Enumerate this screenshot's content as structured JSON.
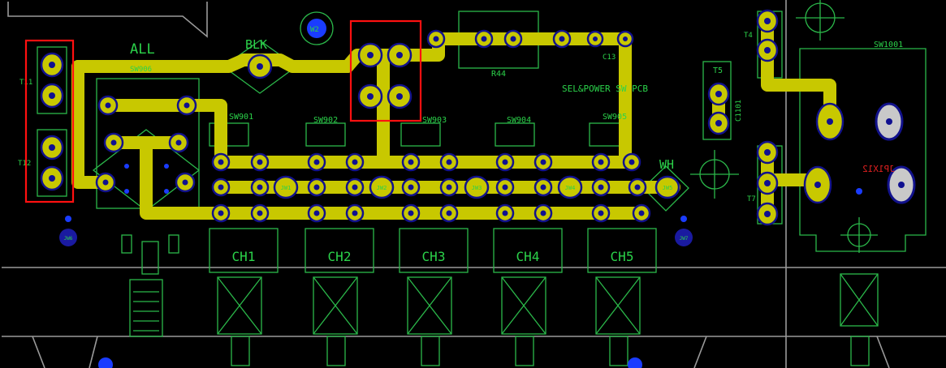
{
  "labels": {
    "all": "ALL",
    "blk": "BLK",
    "w2": "W2",
    "wh": "WH",
    "t11": "T11",
    "t12": "T12",
    "t4": "T4",
    "t5": "T5",
    "t7": "T7",
    "sw906": "SW906",
    "sw901": "SW901",
    "sw902": "SW902",
    "sw903": "SW903",
    "sw904": "SW904",
    "sw905": "SW905",
    "sw1001": "SW1001",
    "r44": "R44",
    "c13": "C13",
    "c1101": "C1101",
    "pcb_title": "SEL&POWER SW PCB",
    "mirrored_text": "JP1X12"
  },
  "channels": [
    "CH1",
    "CH2",
    "CH3",
    "CH4",
    "CH5"
  ],
  "jumpers": [
    "JW1",
    "JW2",
    "JW3",
    "JW4",
    "JW5",
    "JW6",
    "JW7"
  ],
  "colors": {
    "background": "#000000",
    "silkscreen": "#2bb84a",
    "copper": "#c8c800",
    "pad_ring": "#12128c",
    "selection": "#ff1010",
    "outline": "#9a9a9a"
  }
}
